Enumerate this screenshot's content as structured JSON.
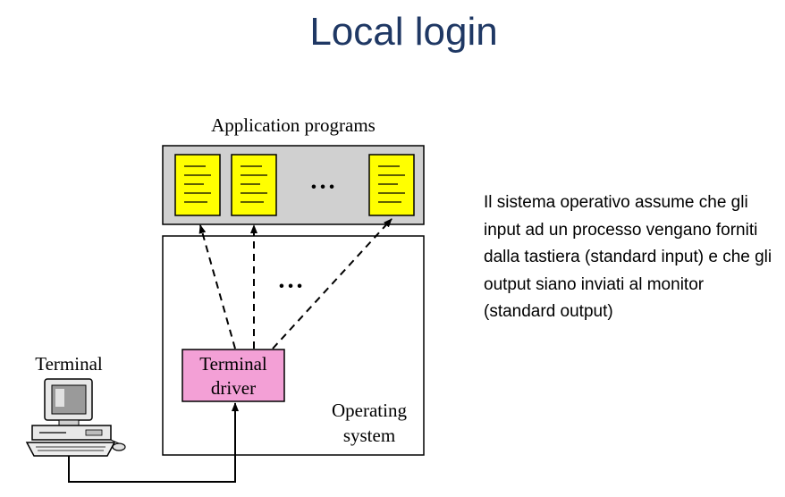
{
  "title": "Local login",
  "diagram": {
    "application_programs_label": "Application programs",
    "ellipsis_top": "• • •",
    "ellipsis_middle": "• • •",
    "terminal_label": "Terminal",
    "terminal_driver_line1": "Terminal",
    "terminal_driver_line2": "driver",
    "operating_system_line1": "Operating",
    "operating_system_line2": "system"
  },
  "description": "Il sistema operativo assume che gli input ad un processo vengano forniti dalla tastiera (standard input) e che gli output siano inviati al monitor (standard output)",
  "colors": {
    "title": "#1f3864",
    "app_box_fill": "#d0d0d0",
    "program_fill": "#ffff00",
    "driver_fill": "#f3a0d6"
  }
}
